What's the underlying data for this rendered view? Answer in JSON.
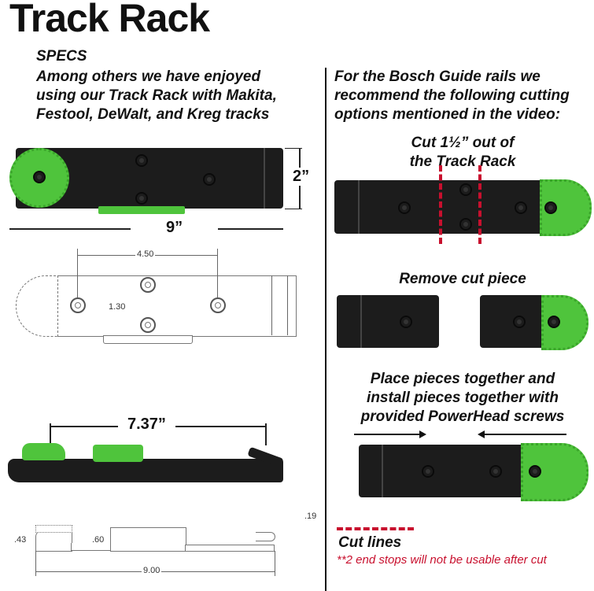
{
  "title": "Track Rack",
  "specs_label": "SPECS",
  "left_intro": [
    "Among others we have enjoyed",
    "using our Track Rack with Makita,",
    "Festool, DeWalt, and Kreg tracks"
  ],
  "dimensions": {
    "height": "2”",
    "length": "9”",
    "hole_spacing": "4.50",
    "hole_vertical": "1.30",
    "stop_distance": "7.37”",
    "profile_height_left": ".43",
    "profile_height_mid": ".60",
    "profile_hook": ".19",
    "profile_length": "9.00"
  },
  "right_intro": [
    "For the Bosch Guide rails we",
    "recommend the following cutting",
    "options mentioned in the video:"
  ],
  "steps": {
    "cut": [
      "Cut 1½” out of",
      "the Track Rack"
    ],
    "remove": "Remove cut piece",
    "place": [
      "Place pieces together and",
      "install pieces together with",
      "provided PowerHead screws"
    ]
  },
  "legend": {
    "cut_lines": "Cut lines",
    "note": "**2 end stops will not be usable after cut"
  },
  "colors": {
    "accent_green": "#4fc43c",
    "cut_red": "#c8102e",
    "product_black": "#1c1c1c"
  }
}
